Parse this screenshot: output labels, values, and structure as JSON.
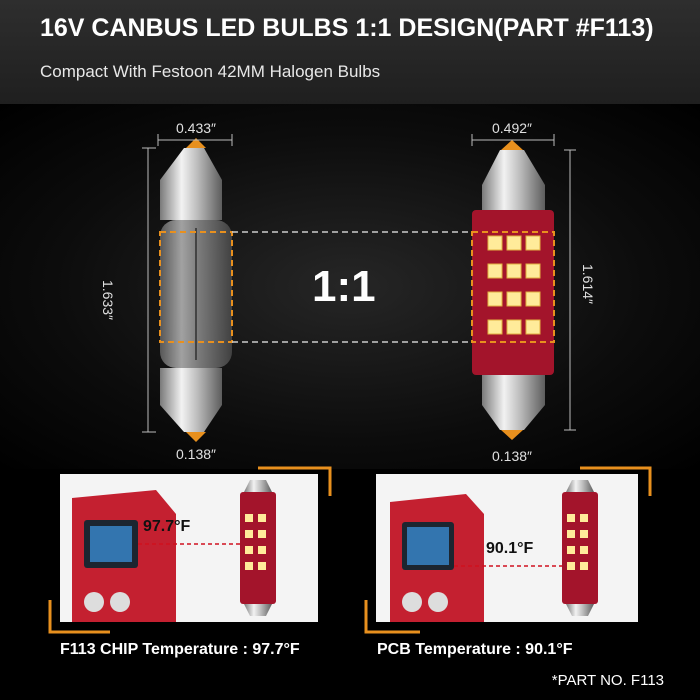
{
  "header": {
    "title": "16V CANBUS LED BULBS 1:1 DESIGN(PART #F113)",
    "subtitle": "Compact With Festoon 42MM Halogen Bulbs"
  },
  "comparison": {
    "ratio": "1:1",
    "halogen": {
      "width": "0.433″",
      "length": "1.633″",
      "tip": "0.138″"
    },
    "led": {
      "width": "0.492″",
      "length": "1.614″",
      "tip": "0.138″"
    }
  },
  "tests": [
    {
      "reading": "97.7°F",
      "caption": "F113 CHIP Temperature : 97.7°F"
    },
    {
      "reading": "90.1°F",
      "caption": "PCB Temperature : 90.1°F"
    }
  ],
  "footer": {
    "part_no": "*PART NO. F113"
  },
  "colors": {
    "accent": "#e8901e",
    "pcb": "#a3142b",
    "thermometer": "#c42030"
  }
}
